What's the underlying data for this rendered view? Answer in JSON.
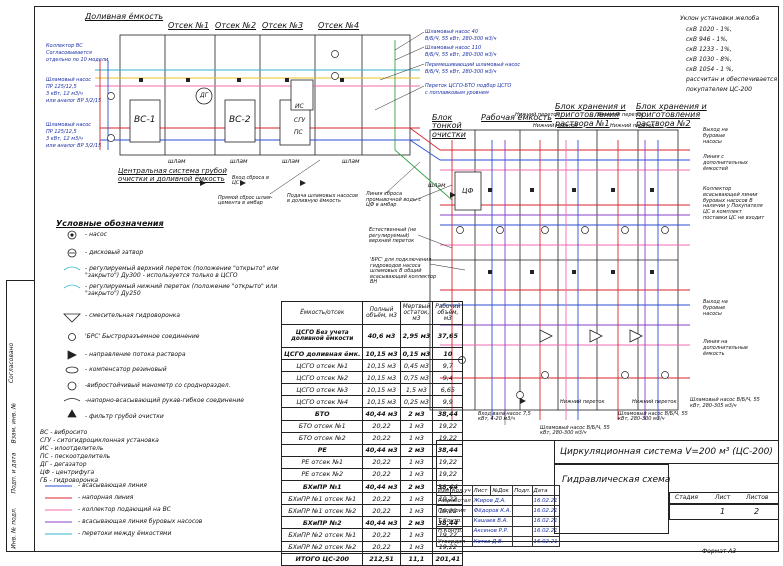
{
  "colors": {
    "pipe_red": "#d9262e",
    "pipe_blue": "#2b4fd6",
    "pipe_pink": "#f06bb0",
    "pipe_cyan": "#2fb3c9",
    "pipe_yellow": "#e7c62c",
    "pipe_green": "#36a24a",
    "pipe_violet": "#8a3fc9",
    "line": "#222222",
    "text_blue": "#1a2fa6"
  },
  "top_labels": {
    "dol_emk": "Доливная ёмкость",
    "ots1": "Отсек №1",
    "ots2": "Отсек №2",
    "ots3": "Отсек №3",
    "ots4": "Отсек №4",
    "bcf": "Блок тонкой очистки",
    "rab": "Рабочая ёмкость",
    "bhr1": "Блок хранения и приготовления раствора №1",
    "bhr2": "Блок хранения и приготовления раствора №2"
  },
  "tanks": {
    "vs1": "ВС-1",
    "vs2": "ВС-2",
    "dg": "ДГ",
    "ip": "ИС",
    "gc": "СГУ",
    "pc": "ПС",
    "cf": "ЦФ"
  },
  "left_notes": [
    "Коллектор ВС",
    "Согласовывается",
    "отдельно по 10 модели",
    "Шламовый насос",
    "ПР 125/12,5",
    "3 кВт, 12 м3/ч",
    "или аналог ВР 3/2/15",
    "Шламовый насос",
    "ПР 125/12,5",
    "3 кВт, 12 м3/ч",
    "или аналог ВР 3/2/15"
  ],
  "pump_notes": [
    "Шламовый насос 40",
    "В/Б/Ч, 55 кВт, 280-300 м3/ч",
    "Шламовый насос 110",
    "В/Б/Ч, 55 кВт, 280-300 м3/ч",
    "Перемешивающий шламовый насос",
    "В/Б/Ч, 55 кВт, 280-300 м3/ч",
    "Переток ЦСГО-БТО подбор ЦСГО",
    "с поплавковым уровнем"
  ],
  "mid_notes": {
    "center_system": "Центральная система грубой очистки и доливной ёмкость",
    "shlam": "шлам",
    "value_1": "Вход сброса в ЦС",
    "value_2": "Прямой сброс шлам-цемента в амбар",
    "value_3": "Подача шламовых насосов в доливную ёмкость",
    "liniya_sbros": "Линия сброса промывочной воды с ЦФ в амбар",
    "reg_perelyv": "Естественный (не регулируемый) верхний переток",
    "brs": "'БРС' для подключения гидроводов насоса шламовых В общий всасывающий коллектор ВН",
    "nijn_perelyv": "Нижний переток",
    "verhn_perelyv": "Верхний переток",
    "vyhod_pump": "Вход вала насос 7,5 кВт, 4-20 м3/ч",
    "nasos_bottom": "Шламовый насос В/Б/Ч, 55 кВт, 280-300 м3/ч",
    "vyhod_bur": "Вход на буровые насосы"
  },
  "right_notes": [
    "Уклон установки желоба",
    "скВ 1020 - 1%,",
    "скВ 946 - 1%,",
    "скВ 1233 - 1%,",
    "скВ 1030 - 8%,",
    "скВ 1054 - 1 %,",
    "рассчитан и обеспечивается",
    "покупателем ЦС-200"
  ],
  "right_side": [
    "Выход на буровые насосы",
    "Линия с дополнительных ёмкостей",
    "Коллектор всасывающей линии буровых насосов В наличии у Покупателя ЦС в комплект поставки ЦС не входит",
    "Выход на буровые насосы",
    "Линия на дополнительные ёмкость",
    "Шламовый насос В/Б/Ч, 55 кВт, 280-305 м3/ч"
  ],
  "legend": {
    "title": "Условные обозначения",
    "items": [
      "- насос",
      "- дисковый затвор",
      "- регулируемый верхний переток (положение \"открыто\" или \"закрыто\") Ду300 - используется только в ЦСГО",
      "- регулируемый нижний переток (положение \"открыто\" или \"закрыто\") Ду250",
      "- смесительная гидроворонка",
      "'БРС' Быстроразъемное соединение",
      "- направление потока раствора",
      "- компенсатор резиновый",
      "-вибростойчивый манометр со сроднораздел.",
      "-напорно-всасывающий рукав-гибкое соединение",
      "- фильтр грубой очистки"
    ],
    "abbr": [
      "ВС - вибросито",
      "СГУ - ситогидроциклонная установка",
      "ИС - илоотделитель",
      "ПС - пескоотделитель",
      "ДГ - дегазатор",
      "ЦФ - центрифуга",
      "ГБ - гидроворонка"
    ],
    "lines": [
      "- всасывающая линия",
      "- напорная линия",
      "- коллектор подающий на ВС",
      "- всасывающая линия буровых насосов",
      "- перетоки между ёмкостями"
    ]
  },
  "capacity_table": {
    "headers": [
      "Ёмкость/отсек",
      "Полный объём, м3",
      "Мертвый остаток, м3",
      "Рабочий объём, м3"
    ],
    "rows": [
      [
        "ЦСГО Без учета доливной ёмкости",
        "40,6 м3",
        "2,95 м3",
        "37,65"
      ],
      [
        "ЦСГО доливная ёмк.",
        "10,15 м3",
        "0,15 м3",
        "10"
      ],
      [
        "ЦСГО отсек №1",
        "10,15 м3",
        "0,45 м3",
        "9,7"
      ],
      [
        "ЦСГО отсек №2",
        "10,15 м3",
        "0,75 м3",
        "9,4"
      ],
      [
        "ЦСГО отсек №3",
        "10,15 м3",
        "1,5 м3",
        "6,65"
      ],
      [
        "ЦСГО отсек №4",
        "10,15 м3",
        "0,25 м3",
        "9,9"
      ],
      [
        "БТО",
        "40,44 м3",
        "2 м3",
        "38,44"
      ],
      [
        "БТО отсек №1",
        "20,22",
        "1 м3",
        "19,22"
      ],
      [
        "БТО отсек №2",
        "20,22",
        "1 м3",
        "19,22"
      ],
      [
        "РЕ",
        "40,44 м3",
        "2 м3",
        "38,44"
      ],
      [
        "РЕ отсек №1",
        "20,22",
        "1 м3",
        "19,22"
      ],
      [
        "РЕ отсек №2",
        "20,22",
        "1 м3",
        "19,22"
      ],
      [
        "БХиПР №1",
        "40,44 м3",
        "2 м3",
        "38,44"
      ],
      [
        "БХиПР №1 отсек №1",
        "20,22",
        "1 м3",
        "19,22"
      ],
      [
        "БХиПР №1 отсек №2",
        "20,22",
        "1 м3",
        "19,22"
      ],
      [
        "БХиПР №2",
        "40,44 м3",
        "2 м3",
        "38,44"
      ],
      [
        "БХиПР №2 отсек №1",
        "20,22",
        "1 м3",
        "19,22"
      ],
      [
        "БХиПР №2 отсек №2",
        "20,22",
        "1 м3",
        "19,22"
      ],
      [
        "ИТОГО ЦС-200",
        "212,51",
        "11,1",
        "201,41"
      ]
    ]
  },
  "stamp": {
    "title1": "Циркуляционная система V=200 м³ (ЦС-200)",
    "title2": "Гидравлическая схема",
    "cols": [
      "Изм",
      "Кол.уч",
      "Лист",
      "№Док",
      "Подп.",
      "Дата"
    ],
    "rows": [
      [
        "Разработал",
        "Жиров Д.А.",
        "16.02.21"
      ],
      [
        "Проверил",
        "Фёдоров К.А.",
        "16.02.21"
      ],
      [
        "Т.Контр.",
        "Кашаев В.А.",
        "16.02.21"
      ],
      [
        "Н.Контр.",
        "Аксенов Р.Р.",
        "16.02.21"
      ],
      [
        "Утвердил",
        "Котов Д.В.",
        "16.02.21"
      ]
    ],
    "stadia": "Стадия",
    "list": "Лист",
    "listov": "Листов",
    "list_val": "1",
    "listov_val": "2",
    "format": "Формат А3"
  },
  "left_margin": [
    "Согласовано",
    "Взам. инв. №",
    "Подп. и дата",
    "Инв. № подл."
  ]
}
